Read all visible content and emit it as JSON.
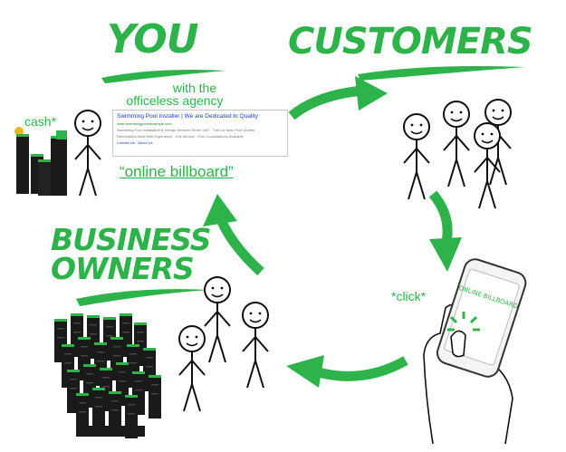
{
  "labels": {
    "you": "YOU",
    "you_sub_1": "with the",
    "you_sub_2": "officeless agency",
    "customers": "CUSTOMERS",
    "business_1": "BUSINESS",
    "business_2": "OWNERS",
    "cash": "cash*",
    "click": "*click*",
    "online_billboard": "“online billboard”",
    "phone_screen": "ONLINE BILLBOARD"
  },
  "ad": {
    "title": "Swimming Pool Installer | We are Dedicated to Quality",
    "url": "www.swimmingpoolsexample.com",
    "line1": "Swimming Pool Installation & Design Services Since 1987 · Call Us Now, Pool Quotes",
    "line2": "Renovations Built With Experience · Full Service · Pool Consultations Available",
    "links": "Contact Us · About Us"
  },
  "colors": {
    "green": "#2db34a",
    "ink": "#111111",
    "server": "#1a1a1a"
  }
}
